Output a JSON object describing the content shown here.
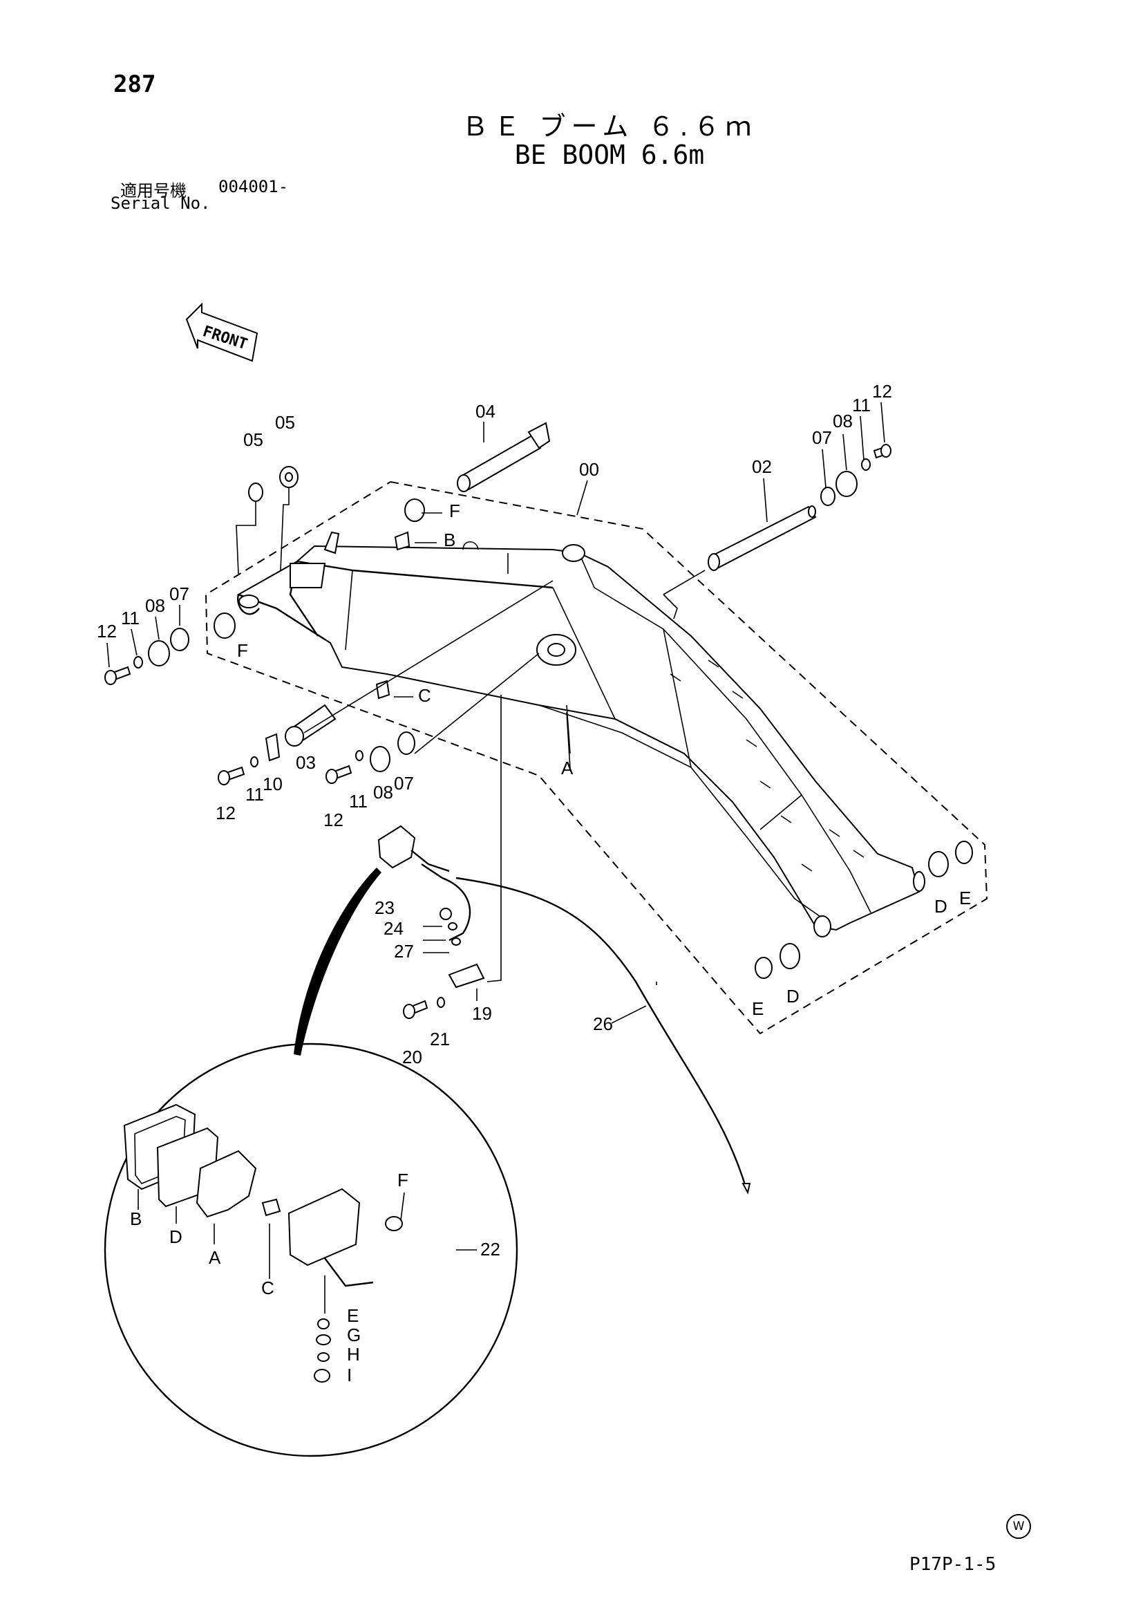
{
  "header": {
    "page_number": "287",
    "title_jp": "ＢＥ ブーム ６.６ｍ",
    "title_en": "BE BOOM 6.6m",
    "serial_label_jp": "適用号機",
    "serial_value": "004001-",
    "serial_label_en": "Serial No."
  },
  "footer": {
    "code": "P17P-1-5",
    "mark": "W"
  },
  "diagram": {
    "front_label": "FRONT",
    "callouts": {
      "p00": "00",
      "p02": "02",
      "p03": "03",
      "p04": "04",
      "p05a": "05",
      "p05b": "05",
      "p07a": "07",
      "p07b": "07",
      "p07c": "07",
      "p08a": "08",
      "p08b": "08",
      "p08c": "08",
      "p10": "10",
      "p11a": "11",
      "p11b": "11",
      "p11c": "11",
      "p11d": "11",
      "p12a": "12",
      "p12b": "12",
      "p12c": "12",
      "p12d": "12",
      "p19": "19",
      "p20": "20",
      "p21": "21",
      "p22": "22",
      "p23": "23",
      "p24": "24",
      "p26": "26",
      "p27": "27"
    },
    "letters": {
      "fA": "F",
      "fB": "F",
      "b": "B",
      "c": "C",
      "a": "A",
      "d1": "D",
      "e1": "E",
      "d2": "D",
      "e2": "E"
    },
    "detail": {
      "b": "B",
      "d": "D",
      "a": "A",
      "c": "C",
      "f": "F",
      "e": "E",
      "g": "G",
      "h": "H",
      "i": "I"
    }
  }
}
